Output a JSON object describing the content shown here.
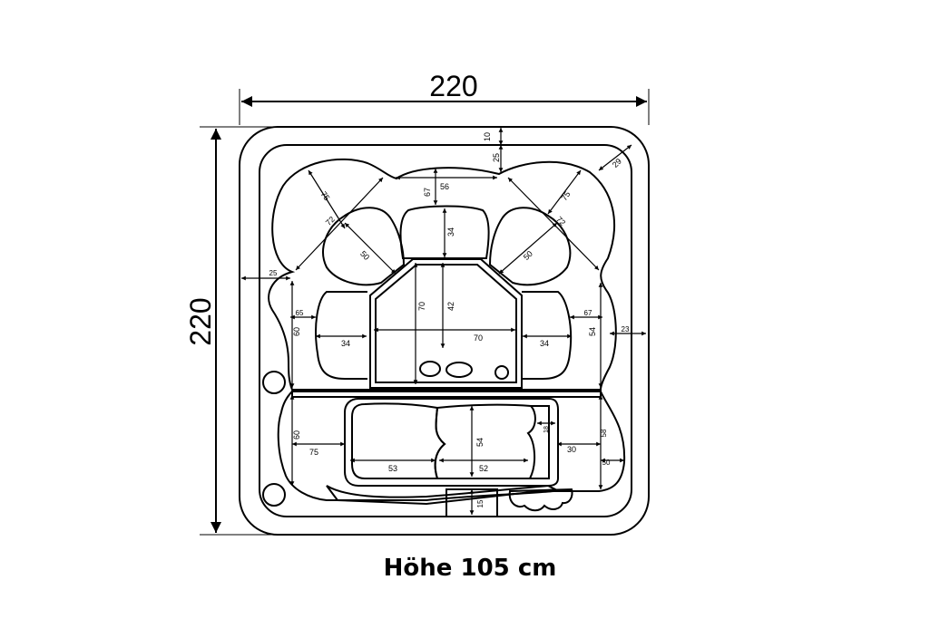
{
  "overall": {
    "width_label": "220",
    "height_label": "220"
  },
  "caption": "Höhe 105 cm",
  "dims": {
    "d10": "10",
    "d25_top": "25",
    "d29": "29",
    "d75_left": "75",
    "d72_left": "72",
    "d67_top": "67",
    "d56": "56",
    "d75_right": "75",
    "d72_right": "72",
    "d34_head": "34",
    "d50_left": "50",
    "d50_right": "50",
    "d25_left": "25",
    "d65": "65",
    "d60_upper": "60",
    "d34_left": "34",
    "d70_vertical": "70",
    "d42": "42",
    "d70_horizontal": "70",
    "d34_right": "34",
    "d67_right": "67",
    "d54_right": "54",
    "d23": "23",
    "d60_lower": "60",
    "d75_lower": "75",
    "d54_lounge": "54",
    "d18": "18",
    "d58": "58",
    "d30": "30",
    "d50_lower": "50",
    "d53": "53",
    "d52": "52",
    "d15": "15"
  }
}
